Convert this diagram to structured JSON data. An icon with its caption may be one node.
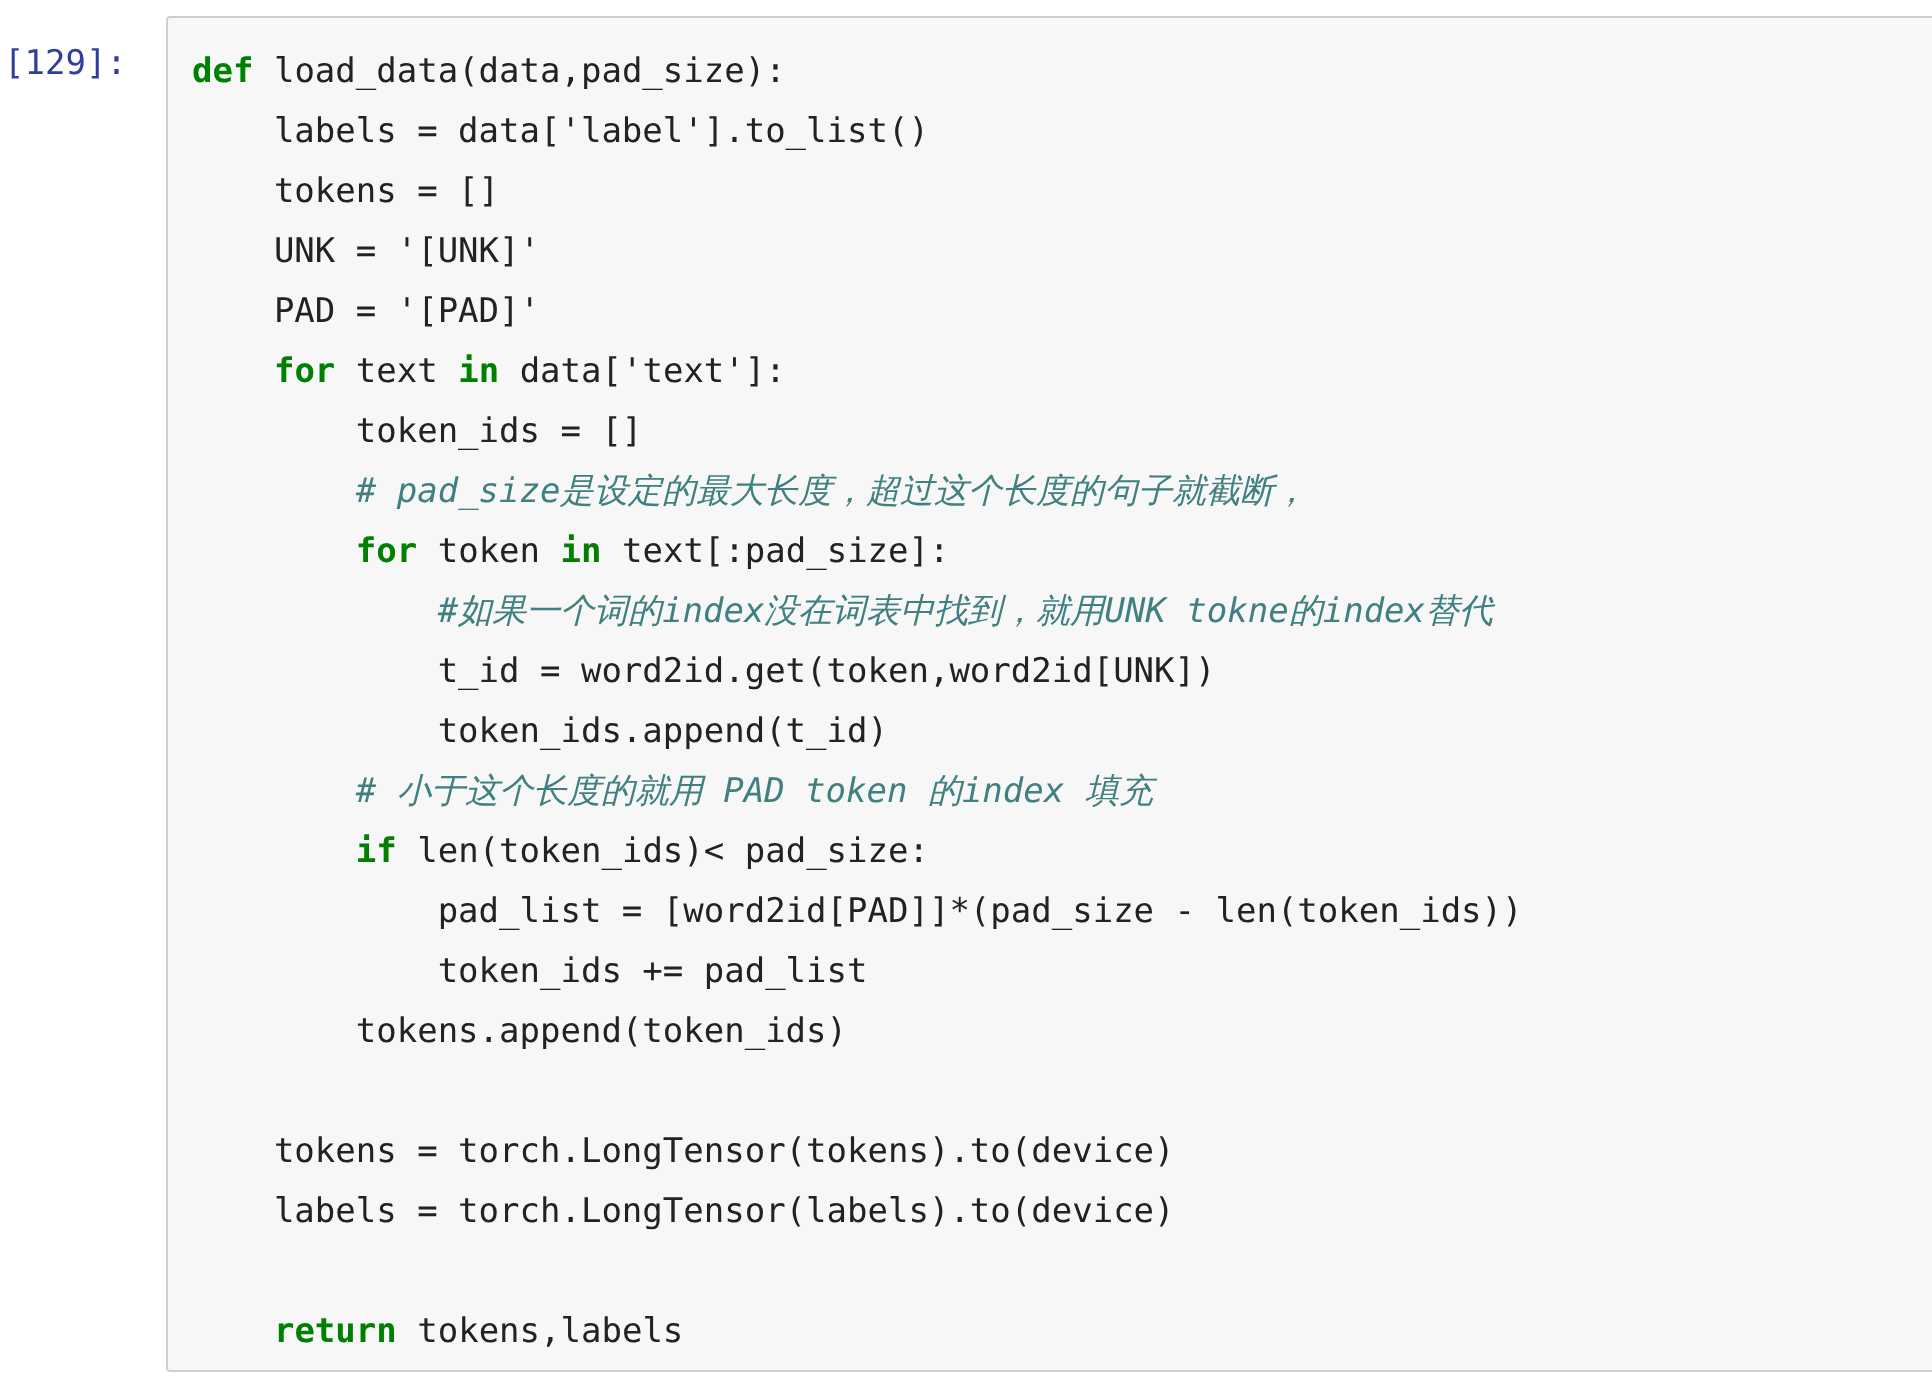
{
  "diagram": {
    "labels": [
      "[129]:",
      "**def** load_data(data,pad_size):",
      "    labels = data['label'].to_list()",
      "    tokens = []",
      "    UNK = '[UNK]'",
      "    PAD = '[PAD]'",
      "    **for** text **in** data['text']:",
      "        token_ids = []",
      "        *# pad_size是设定的最大长度，超过这个长度的句子就截断，*",
      "        **for** token **in** text[:pad_size]:",
      "            *#如果一个词的index没在词表中找到，就用UNK tokne的index替代*",
      "            t_id = word2id.get(token,word2id[UNK])",
      "            token_ids.append(t_id)",
      "        *# 小于这个长度的就用 PAD token 的index 填充*",
      "        **if** len(token_ids)< pad_size:",
      "            pad_list = [word2id[PAD]]*(pad_size - len(token_ids))",
      "            token_ids += pad_list",
      "        tokens.append(token_ids)",
      "    tokens = torch.LongTensor(tokens).to(device)",
      "    labels = torch.LongTensor(labels).to(device)",
      "    **return** tokens,labels"
    ]
  }
}
